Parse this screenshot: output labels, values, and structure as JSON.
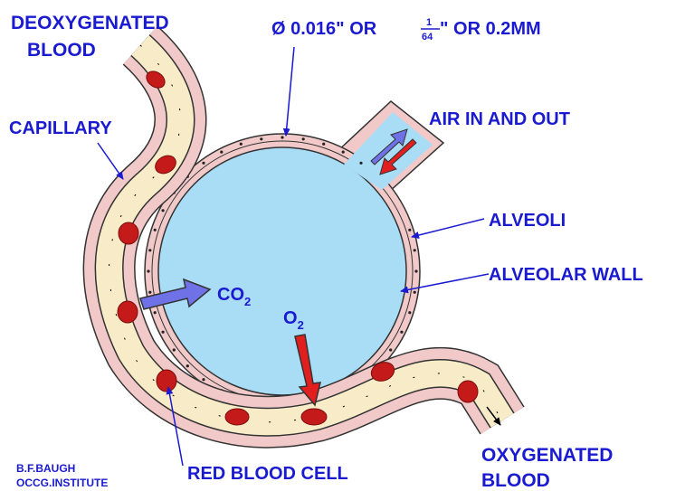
{
  "labels": {
    "deoxygenated_line1": "DEOXYGENATED",
    "deoxygenated_line2": "BLOOD",
    "size_prefix": "Ø 0.016\" OR ",
    "size_frac_num": "1",
    "size_frac_den": "64",
    "size_suffix": "\" OR 0.2MM",
    "capillary": "CAPILLARY",
    "air": "AIR IN AND OUT",
    "alveoli": "ALVEOLI",
    "alveolar_wall": "ALVEOLAR WALL",
    "co2_main": "CO",
    "co2_sub": "2",
    "o2_main": "O",
    "o2_sub": "2",
    "oxygenated_line1": "OXYGENATED",
    "oxygenated_line2": "BLOOD",
    "red_blood_cell": "RED BLOOD CELL",
    "credit_line1": "B.F.BAUGH",
    "credit_line2": "OCCG.INSTITUTE"
  },
  "colors": {
    "label_blue": "#1a1ad0",
    "alveolus_fill": "#a9dcf5",
    "wall_pink": "#f2c9c9",
    "plasma": "#f8ecc8",
    "red_cell": "#c41a1a",
    "co2_arrow": "#6f71e6",
    "o2_arrow": "#e11f1f"
  },
  "icons": {
    "air_in": "blue-arrow-in-icon",
    "air_out": "red-arrow-out-icon"
  }
}
